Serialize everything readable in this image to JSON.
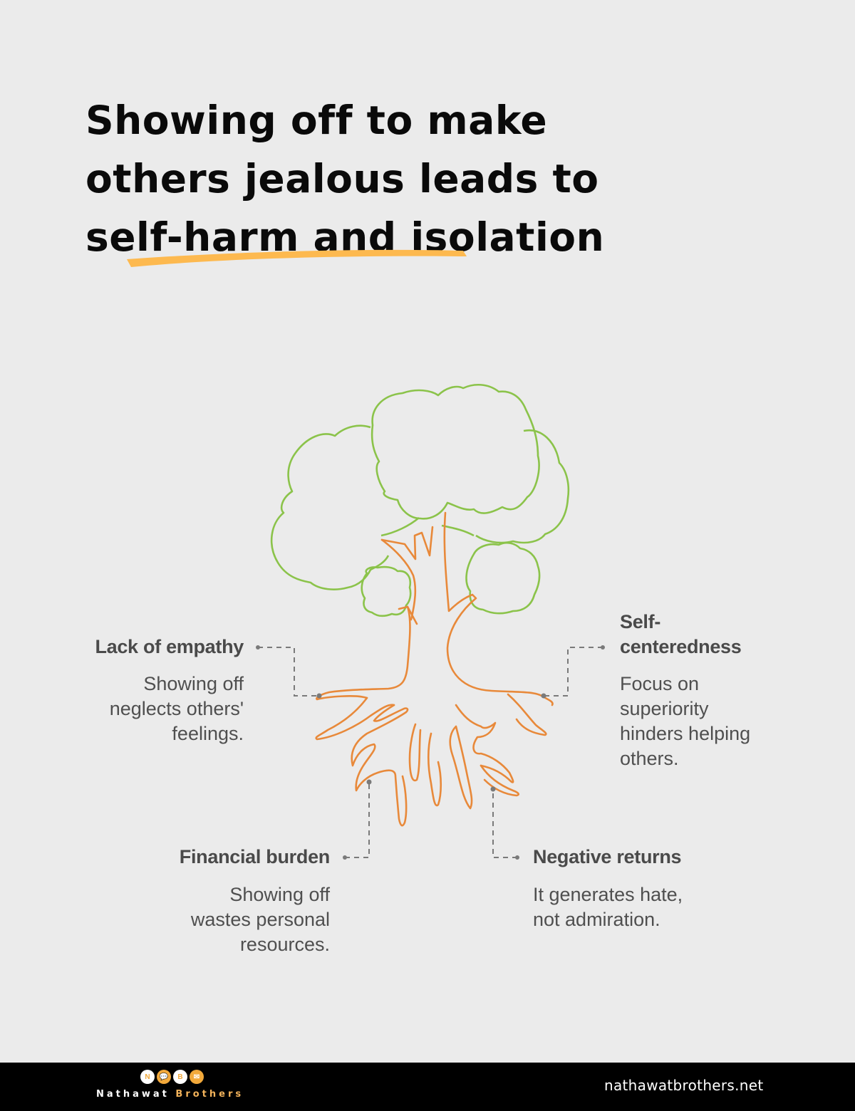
{
  "title": {
    "lines": [
      "Showing off to make",
      "others jealous leads to",
      "self-harm and isolation"
    ],
    "highlight_text": "self-harm and isolation",
    "underline_color": "#fdb94f"
  },
  "diagram": {
    "type": "tree-with-roots",
    "canopy_color": "#8bc34a",
    "roots_color": "#e8893a",
    "connector_color": "#7a7a7a",
    "labels": [
      {
        "id": "lack-of-empathy",
        "title": "Lack of empathy",
        "description_lines": [
          "Showing off",
          "neglects others'",
          "feelings."
        ],
        "side": "left"
      },
      {
        "id": "self-centeredness",
        "title_lines": [
          "Self-",
          "centeredness"
        ],
        "description_lines": [
          "Focus on",
          "superiority",
          "hinders helping",
          "others."
        ],
        "side": "right"
      },
      {
        "id": "financial-burden",
        "title": "Financial burden",
        "description_lines": [
          "Showing off",
          "wastes personal",
          "resources."
        ],
        "side": "left"
      },
      {
        "id": "negative-returns",
        "title": "Negative returns",
        "description_lines": [
          "It generates hate,",
          "not admiration."
        ],
        "side": "right"
      }
    ]
  },
  "footer": {
    "logo_circles": [
      "N",
      "💬",
      "B",
      "✉"
    ],
    "brand_first": "Nathawat",
    "brand_second": "Brothers",
    "url": "nathawatbrothers.net",
    "background": "#000000",
    "accent": "#f2a93b"
  }
}
